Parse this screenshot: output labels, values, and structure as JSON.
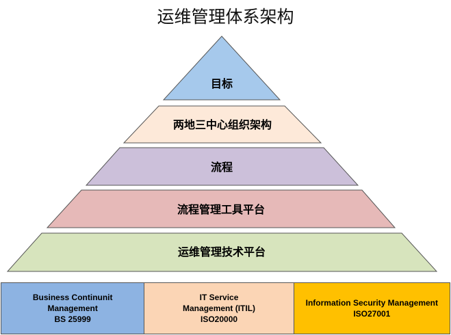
{
  "title": "运维管理体系架构",
  "pyramid": {
    "layers": [
      {
        "label": "目标",
        "color": "#a6c9ec"
      },
      {
        "label": "两地三中心组织架构",
        "color": "#fde9d9"
      },
      {
        "label": "流程",
        "color": "#ccc0da"
      },
      {
        "label": "流程管理工具平台",
        "color": "#e6b9b8"
      },
      {
        "label": "运维管理技术平台",
        "color": "#d7e4bd"
      }
    ]
  },
  "standards": [
    {
      "lines": [
        "Business Continunit",
        "Management",
        "BS 25999"
      ],
      "color": "#8db3e2"
    },
    {
      "lines": [
        "IT Service",
        "Management (ITIL)",
        "ISO20000"
      ],
      "color": "#fbd5b5"
    },
    {
      "lines": [
        "Information Security Management",
        "ISO27001"
      ],
      "color": "#ffc000"
    }
  ]
}
